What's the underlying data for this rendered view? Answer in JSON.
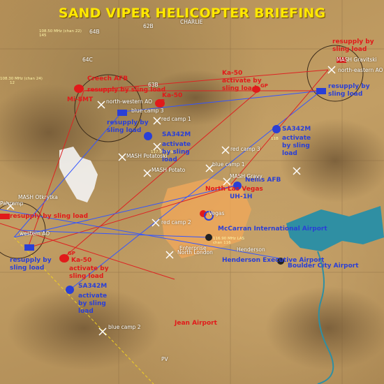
{
  "title": "SAND VIPER HELICOPTER BRIEFING",
  "colors": {
    "red_text": "#e11a1a",
    "blue_text": "#2a3fd6",
    "title": "#ffe800",
    "urban": "#f0a85a",
    "lake": "#2f8fa3"
  },
  "grid_labels": [
    "64B",
    "62B",
    "CHARLIE",
    "64C",
    "63B"
  ],
  "frequencies": {
    "f1": "108.50 MHz (chan 22)",
    "f1b": "145",
    "f2": "108.30 MHz (chan 24)",
    "f2b": "12",
    "f3": "117.90 MHz",
    "f3b": "11B",
    "f4": "116.90 MHz LAS",
    "f4b": "chan 116"
  },
  "red_labels": {
    "creech": "Creech AFB",
    "resupply_creech": "resupply by sling load",
    "mi8": "Mi-8MT",
    "ka50_north": "Ka-50",
    "activate_ka50_north": "activate by sling load",
    "ka50_small": "Ka-50",
    "resupply_ne": "resupply by sling load",
    "north_las_vegas": "North Las Vegas",
    "resupply_west": "resupply by sling load",
    "ka50_south": "Ka-50",
    "activate_ka50_south": "activate by sling load",
    "jean": "Jean Airport",
    "gp1": "GP",
    "gp2": "GP",
    "gp3": "GP"
  },
  "blue_labels": {
    "resupply_nw": "resupply by sling load",
    "sa342_mid": "SA342M",
    "activate_sa342_mid": "activate by sling load",
    "sa342_east": "SA342M",
    "activate_sa342_east": "activate by sling load",
    "resupply_ne": "resupply by sling load",
    "nellis": "Nellis AFB",
    "uh1h": "UH-1H",
    "mccarran": "McCarran International Airport",
    "henderson": "Henderson Executive Airport",
    "boulder": "Boulder City Airport",
    "resupply_west": "resupply by sling load",
    "sa342_south": "SA342M",
    "activate_sa342_south": "activate by sling load"
  },
  "white_labels": {
    "nw_ao": "north-western AO",
    "ne_ao": "north-eastern AO",
    "w_ao": "western AO",
    "mash_gravitski": "MASH Gravitski",
    "mash_potatoski": "MASH Potatoski",
    "mash_potato": "MASH Potato",
    "mash_gravy": "MASH Gravy",
    "mash_otkrytka": "MASH Otkrytka",
    "blue_camp_1": "blue camp 1",
    "blue_camp_2": "blue camp 2",
    "blue_camp_3": "blue camp 3",
    "red_camp_1": "red camp 1",
    "red_camp_2": "red camp 2",
    "red_camp_3": "red camp 3",
    "vegas": "Vegas",
    "enterprise": "Enterprise",
    "henderson_town": "Henderson",
    "north_london": "North London",
    "pv": "PV",
    "pahrump": "Pahrump"
  }
}
